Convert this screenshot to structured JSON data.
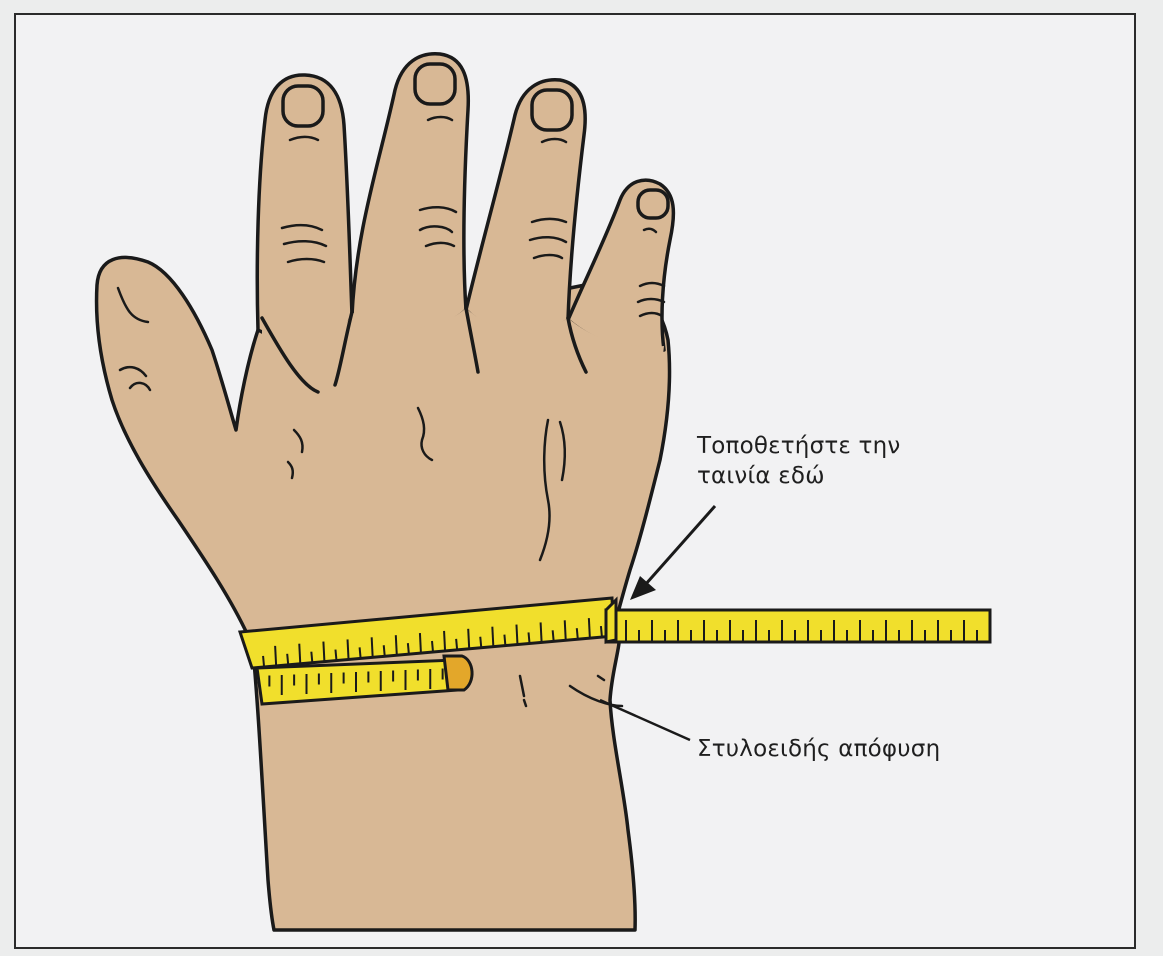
{
  "labels": {
    "place_tape_line1": "Τοποθετήστε την",
    "place_tape_line2": "ταινία εδώ",
    "styloid": "Στυλοειδής απόφυση"
  },
  "colors": {
    "skin": "#d8b895",
    "outline": "#1a1a1a",
    "tape": "#f1df2c",
    "tape_tab": "#e3a72a",
    "background": "#f2f2f3"
  },
  "icons": {
    "hand": "hand-illustration",
    "tape": "measuring-tape-icon",
    "arrow": "arrow-icon"
  }
}
